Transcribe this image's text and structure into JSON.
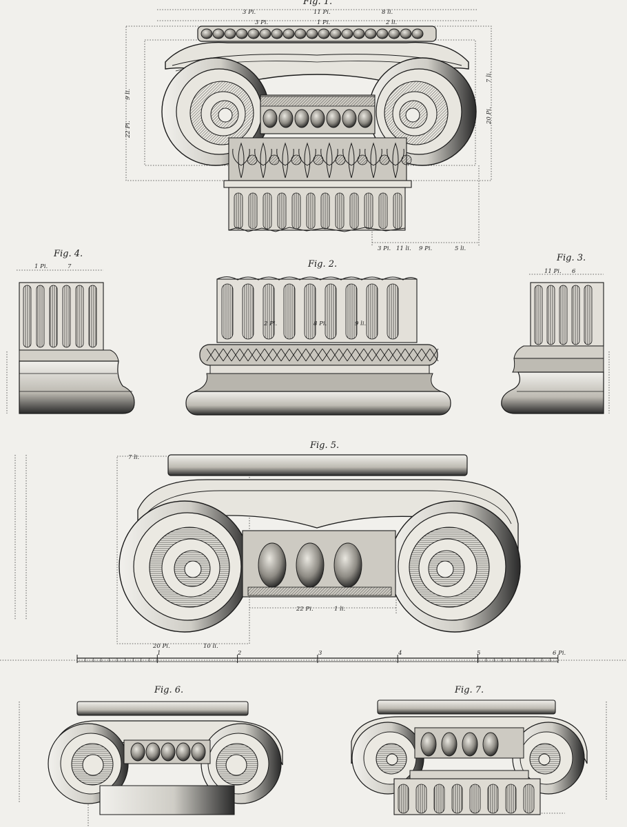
{
  "figures": {
    "fig1": "Fig. 1.",
    "fig2": "Fig. 2.",
    "fig3": "Fig. 3.",
    "fig4": "Fig. 4.",
    "fig5": "Fig. 5.",
    "fig6": "Fig. 6.",
    "fig7": "Fig. 7."
  },
  "scale": {
    "ticks": [
      "1",
      "2",
      "3",
      "4",
      "5",
      "6 Pi."
    ]
  },
  "dimensions": {
    "fig1_top_left": "3 Pi.",
    "fig1_top_mid": "11 Pi.",
    "fig1_top_right": "8 li.",
    "fig1_second_left": "3 Pi.",
    "fig1_second_mid": "1 Pi.",
    "fig1_second_right": "2 li.",
    "fig1_bottom_a": "3 Pi.",
    "fig1_bottom_b": "11 li.",
    "fig1_bottom_c": "9 Pi.",
    "fig1_bottom_d": "5 li.",
    "fig1_left_a": "22 Pi.",
    "fig1_left_b": "9 li.",
    "fig1_right_a": "20 Pi.",
    "fig1_right_b": "7 li.",
    "fig4_top_a": "1 Pi.",
    "fig4_top_b": "7",
    "fig3_top_a": "11 Pi.",
    "fig3_top_b": "6",
    "fig2_mid_a": "2 Pi.",
    "fig2_mid_b": "8 Pi.",
    "fig2_mid_c": "9 li.",
    "fig5_top": "7 li.",
    "fig5_mid_a": "22 Pi.",
    "fig5_mid_b": "1 li.",
    "fig5_bottom_a": "20 Pi.",
    "fig5_bottom_b": "10 li."
  }
}
